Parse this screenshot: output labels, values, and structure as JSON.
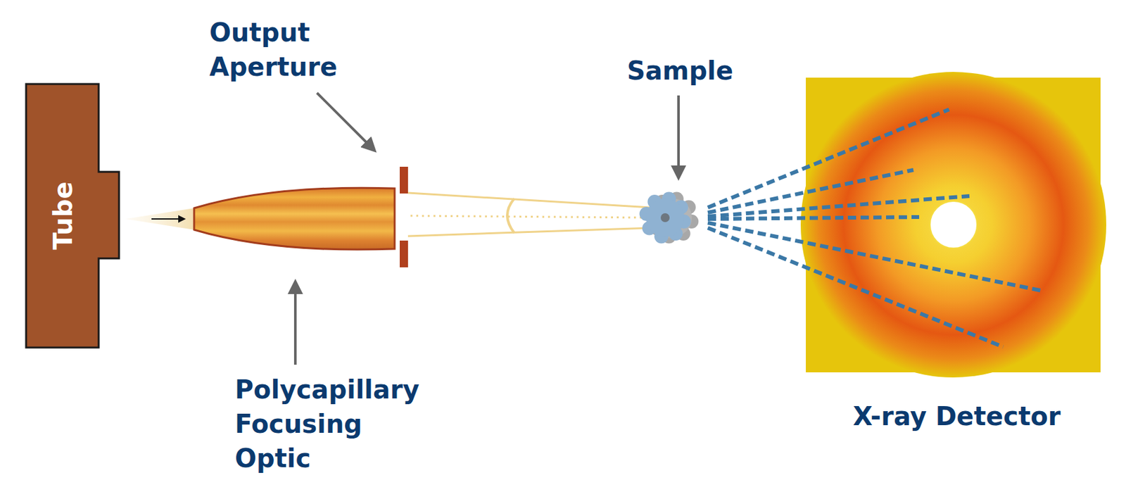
{
  "diagram": {
    "nodes": [
      {
        "text": [
          "Tube"
        ]
      }
    ],
    "labels": [
      "Output Aperture",
      "Sample",
      "Polycapillary Focusing Optic",
      "X-ray Detector"
    ]
  }
}
